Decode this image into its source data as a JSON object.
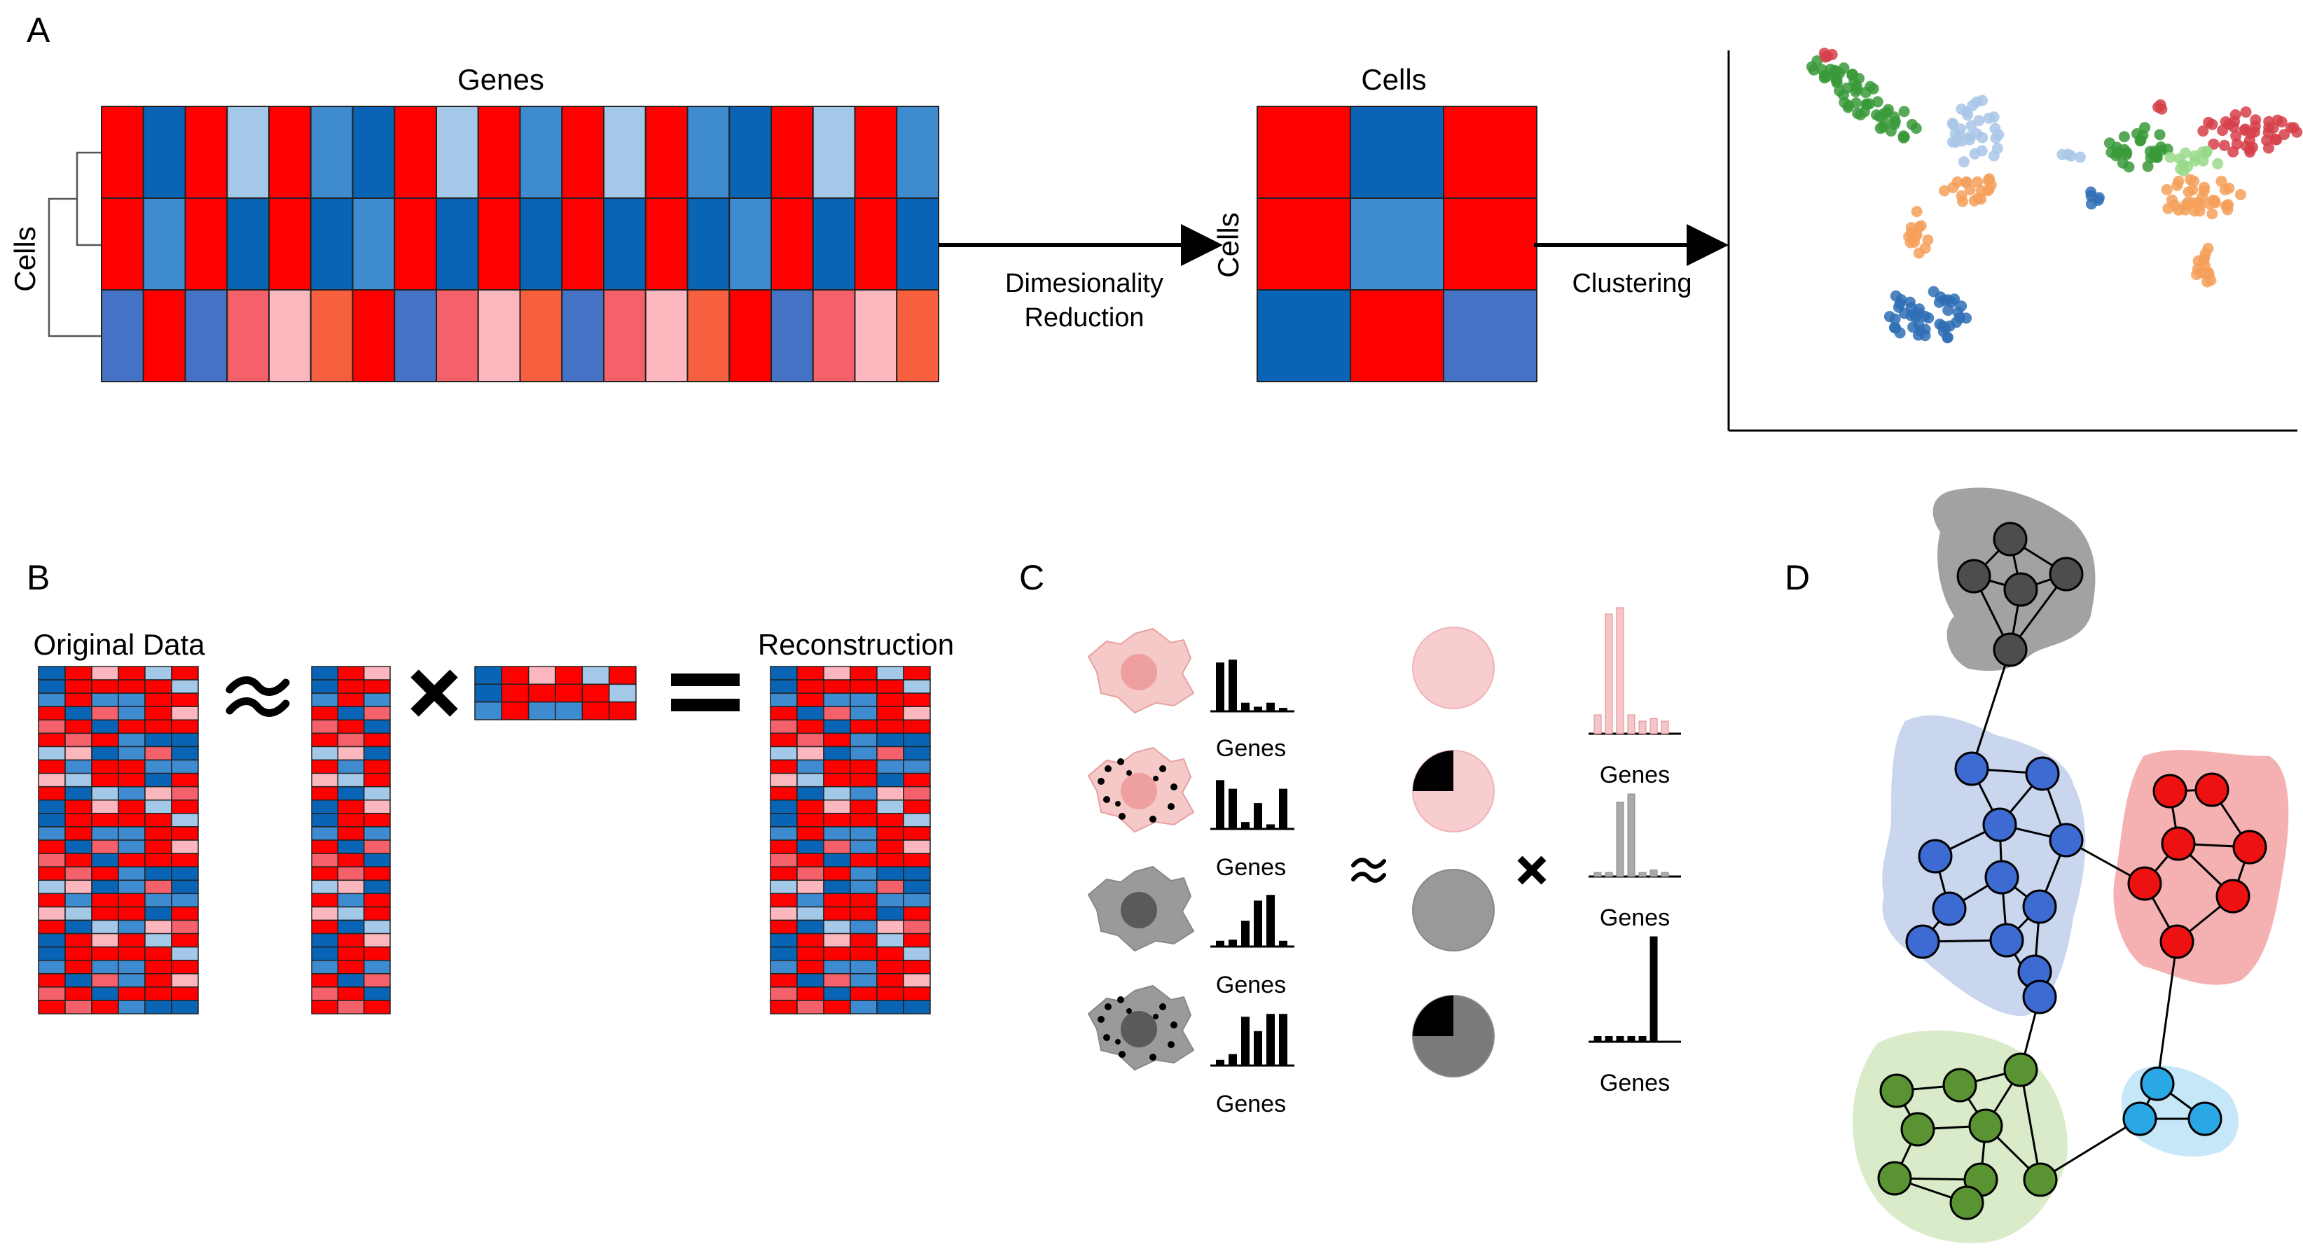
{
  "panel_labels": {
    "a": "A",
    "b": "B",
    "c": "C",
    "d": "D"
  },
  "panel_a": {
    "heatmap_cols_label": "Genes",
    "heatmap_rows_label": "Cells",
    "step1_label_line1": "Dimesionality",
    "step1_label_line2": "Reduction",
    "reduced_cols_label": "Cells",
    "reduced_rows_label": "Cells",
    "step2_label": "Clustering",
    "heatmap_rows": [
      [
        "r",
        "b",
        "r",
        "lb",
        "r",
        "mb",
        "b",
        "r",
        "lb",
        "r",
        "mb",
        "r",
        "lb",
        "r",
        "mb",
        "b",
        "r",
        "lb",
        "r",
        "mb"
      ],
      [
        "r",
        "mb",
        "r",
        "b",
        "r",
        "b",
        "mb",
        "r",
        "b",
        "r",
        "b",
        "r",
        "b",
        "r",
        "b",
        "mb",
        "r",
        "b",
        "r",
        "b"
      ],
      [
        "b",
        "r",
        "b",
        "sal",
        "pk",
        "cr",
        "r",
        "b",
        "sal",
        "pk",
        "cr",
        "b",
        "sal",
        "pk",
        "cr",
        "r",
        "b",
        "sal",
        "pk",
        "cr"
      ]
    ],
    "reduced_rows": [
      [
        "r",
        "b",
        "r"
      ],
      [
        "r",
        "mb",
        "r"
      ],
      [
        "b",
        "r",
        "b"
      ]
    ],
    "cluster_colors": {
      "green": "#3a9a3a",
      "lightblue": "#a9c6e8",
      "orange": "#f5a05a",
      "red": "#d6404a",
      "blue": "#2f6fb5",
      "lightgreen": "#98d98a"
    }
  },
  "panel_b": {
    "original_label": "Original Data",
    "reconstruction_label": "Reconstruction"
  },
  "panel_c": {
    "genes_label": "Genes",
    "left_bars": [
      [
        0.85,
        0.9,
        0.15,
        0.08,
        0.15,
        0.06
      ],
      [
        0.85,
        0.7,
        0.12,
        0.45,
        0.08,
        0.7
      ],
      [
        0.1,
        0.12,
        0.45,
        0.8,
        0.9,
        0.1
      ],
      [
        0.1,
        0.2,
        0.85,
        0.6,
        0.9,
        0.9
      ]
    ],
    "right_bars": [
      [
        0.15,
        0.95,
        1.0,
        0.15,
        0.1,
        0.12,
        0.1
      ],
      [
        0.05,
        0.05,
        0.9,
        1.0,
        0.05,
        0.08,
        0.05
      ],
      [
        0.05,
        0.05,
        0.05,
        0.05,
        0.05,
        1.0
      ]
    ],
    "pie_black_fractions": [
      0,
      0.25,
      0,
      0.25
    ]
  },
  "panel_d": {
    "colors": {
      "gray": "#4d4d4d",
      "blue": "#3d6bd1",
      "red": "#ee1111",
      "green": "#5a9432",
      "cyan": "#2aa8e6"
    }
  }
}
